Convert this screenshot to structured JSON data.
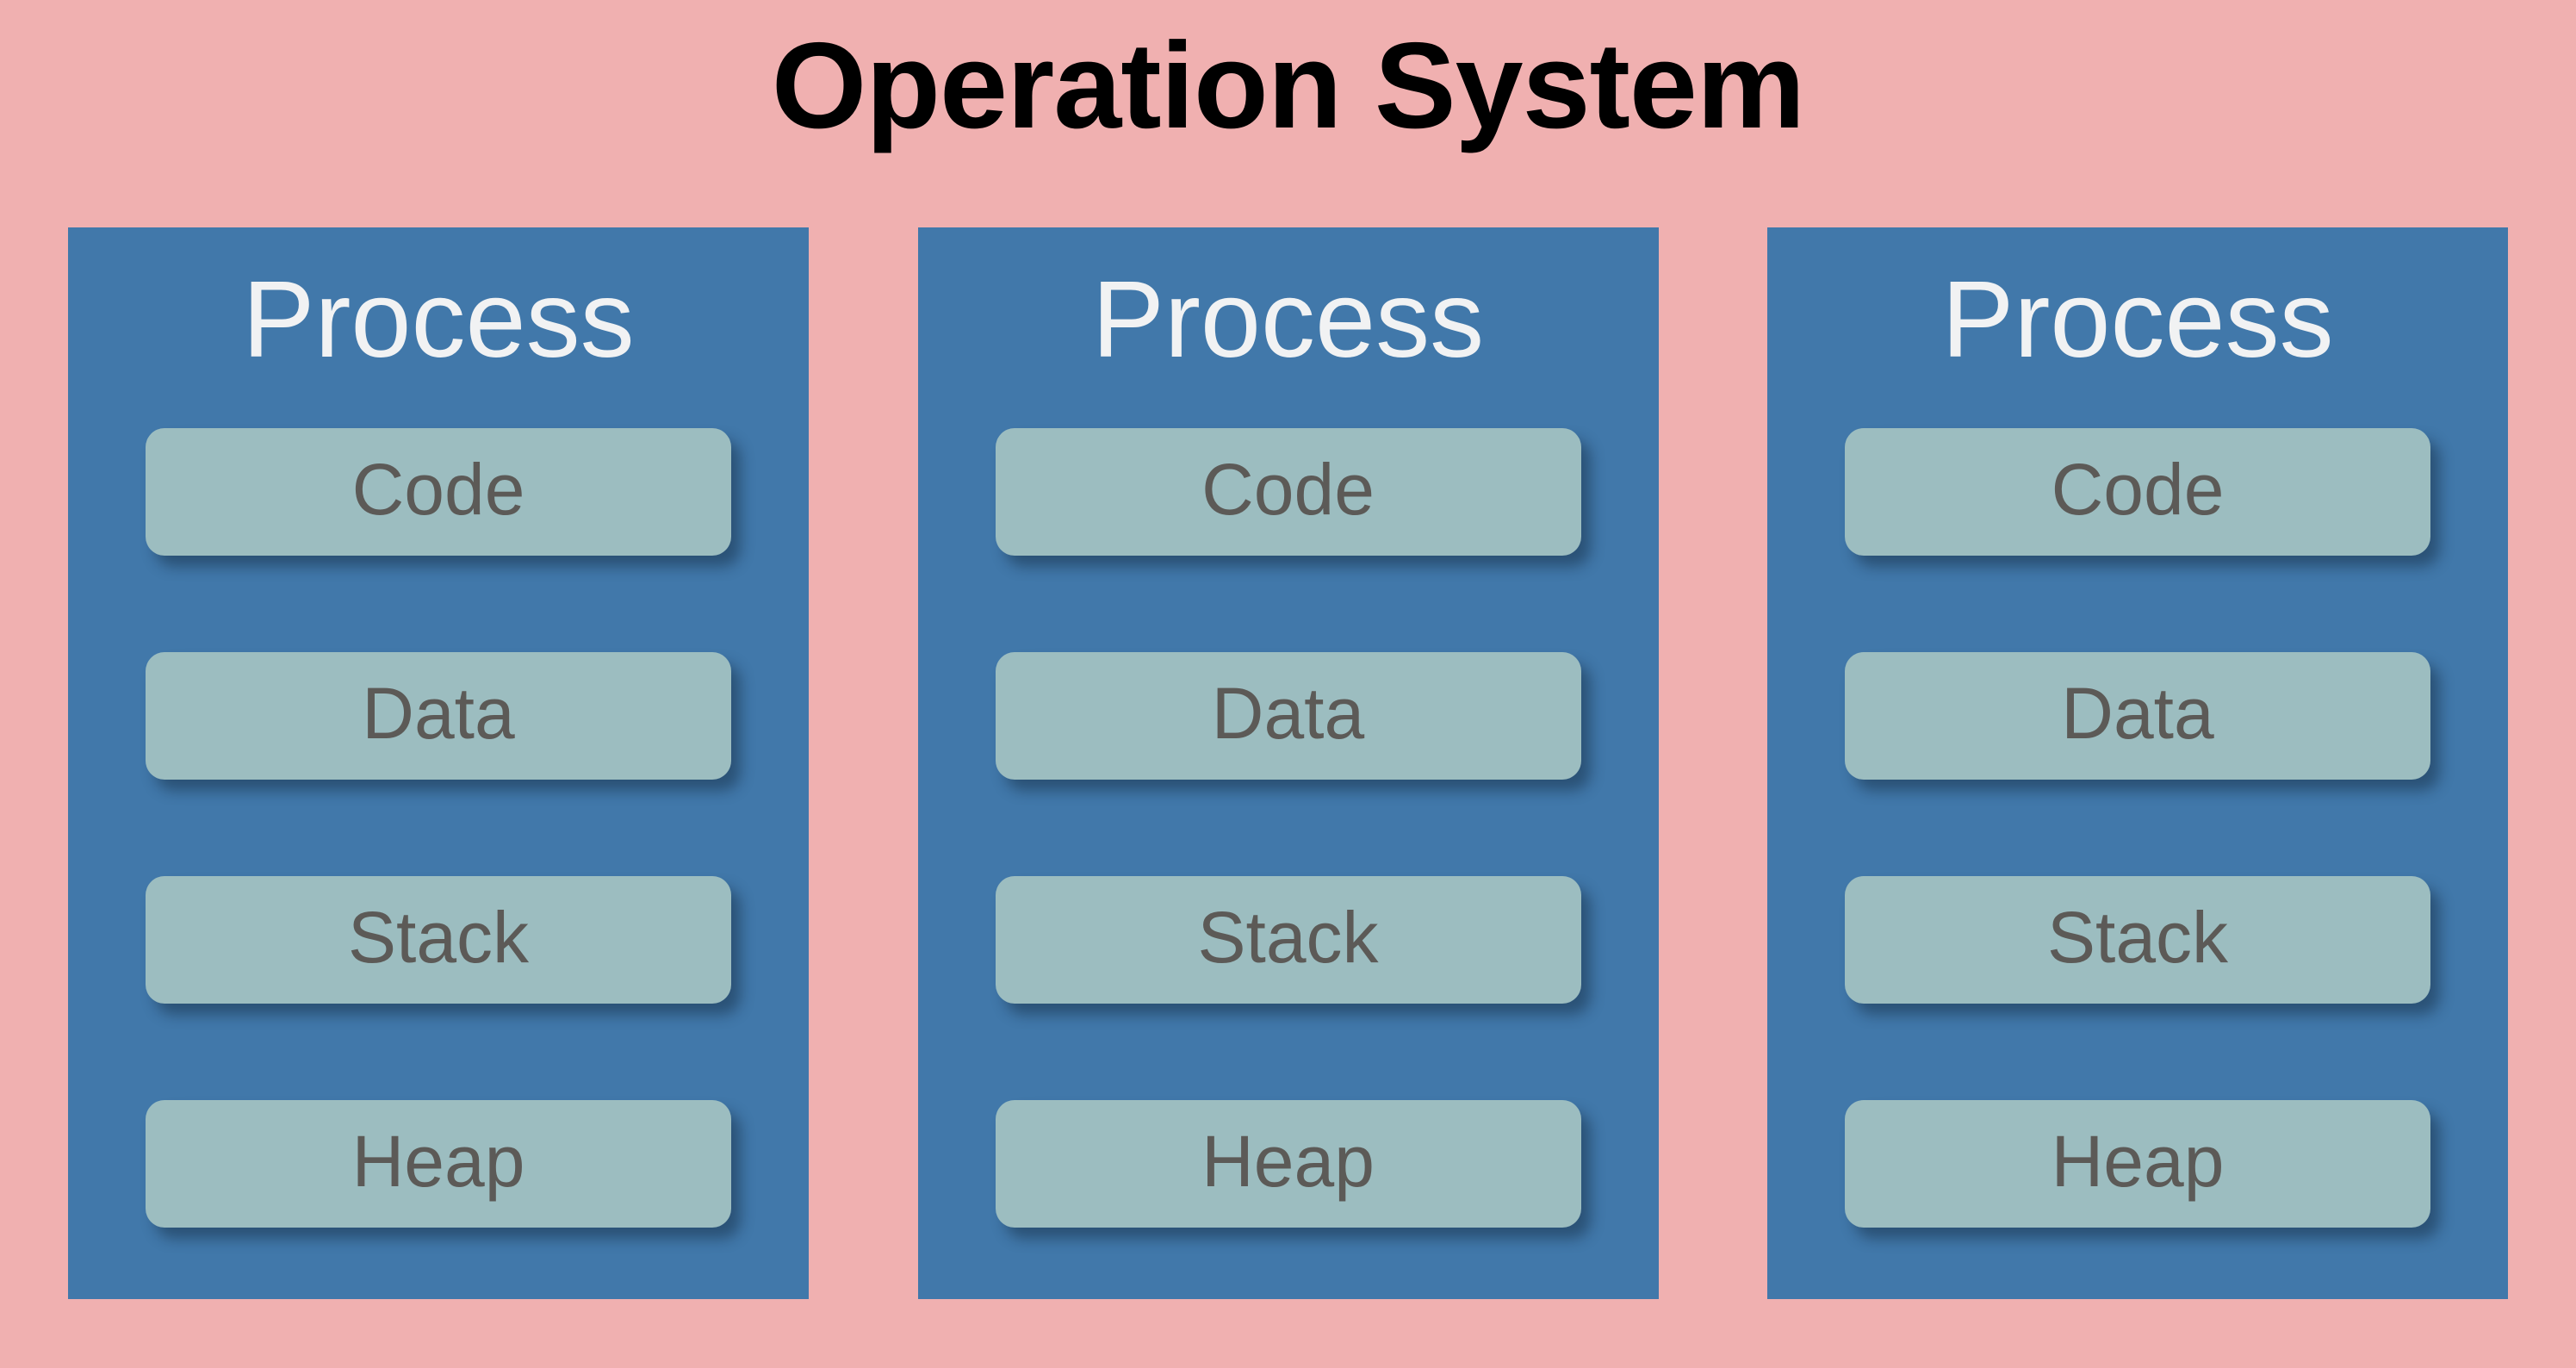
{
  "diagram": {
    "title": "Operation System",
    "background_color": "#f0b0b0",
    "title_color": "#000000",
    "process_box_color": "#4178aa",
    "process_title_color": "#f1f2f3",
    "segment_color": "#9cbdc0",
    "segment_label_color": "#5c5a57",
    "processes": [
      {
        "title": "Process",
        "segments": [
          {
            "label": "Code"
          },
          {
            "label": "Data"
          },
          {
            "label": "Stack"
          },
          {
            "label": "Heap"
          }
        ]
      },
      {
        "title": "Process",
        "segments": [
          {
            "label": "Code"
          },
          {
            "label": "Data"
          },
          {
            "label": "Stack"
          },
          {
            "label": "Heap"
          }
        ]
      },
      {
        "title": "Process",
        "segments": [
          {
            "label": "Code"
          },
          {
            "label": "Data"
          },
          {
            "label": "Stack"
          },
          {
            "label": "Heap"
          }
        ]
      }
    ]
  }
}
